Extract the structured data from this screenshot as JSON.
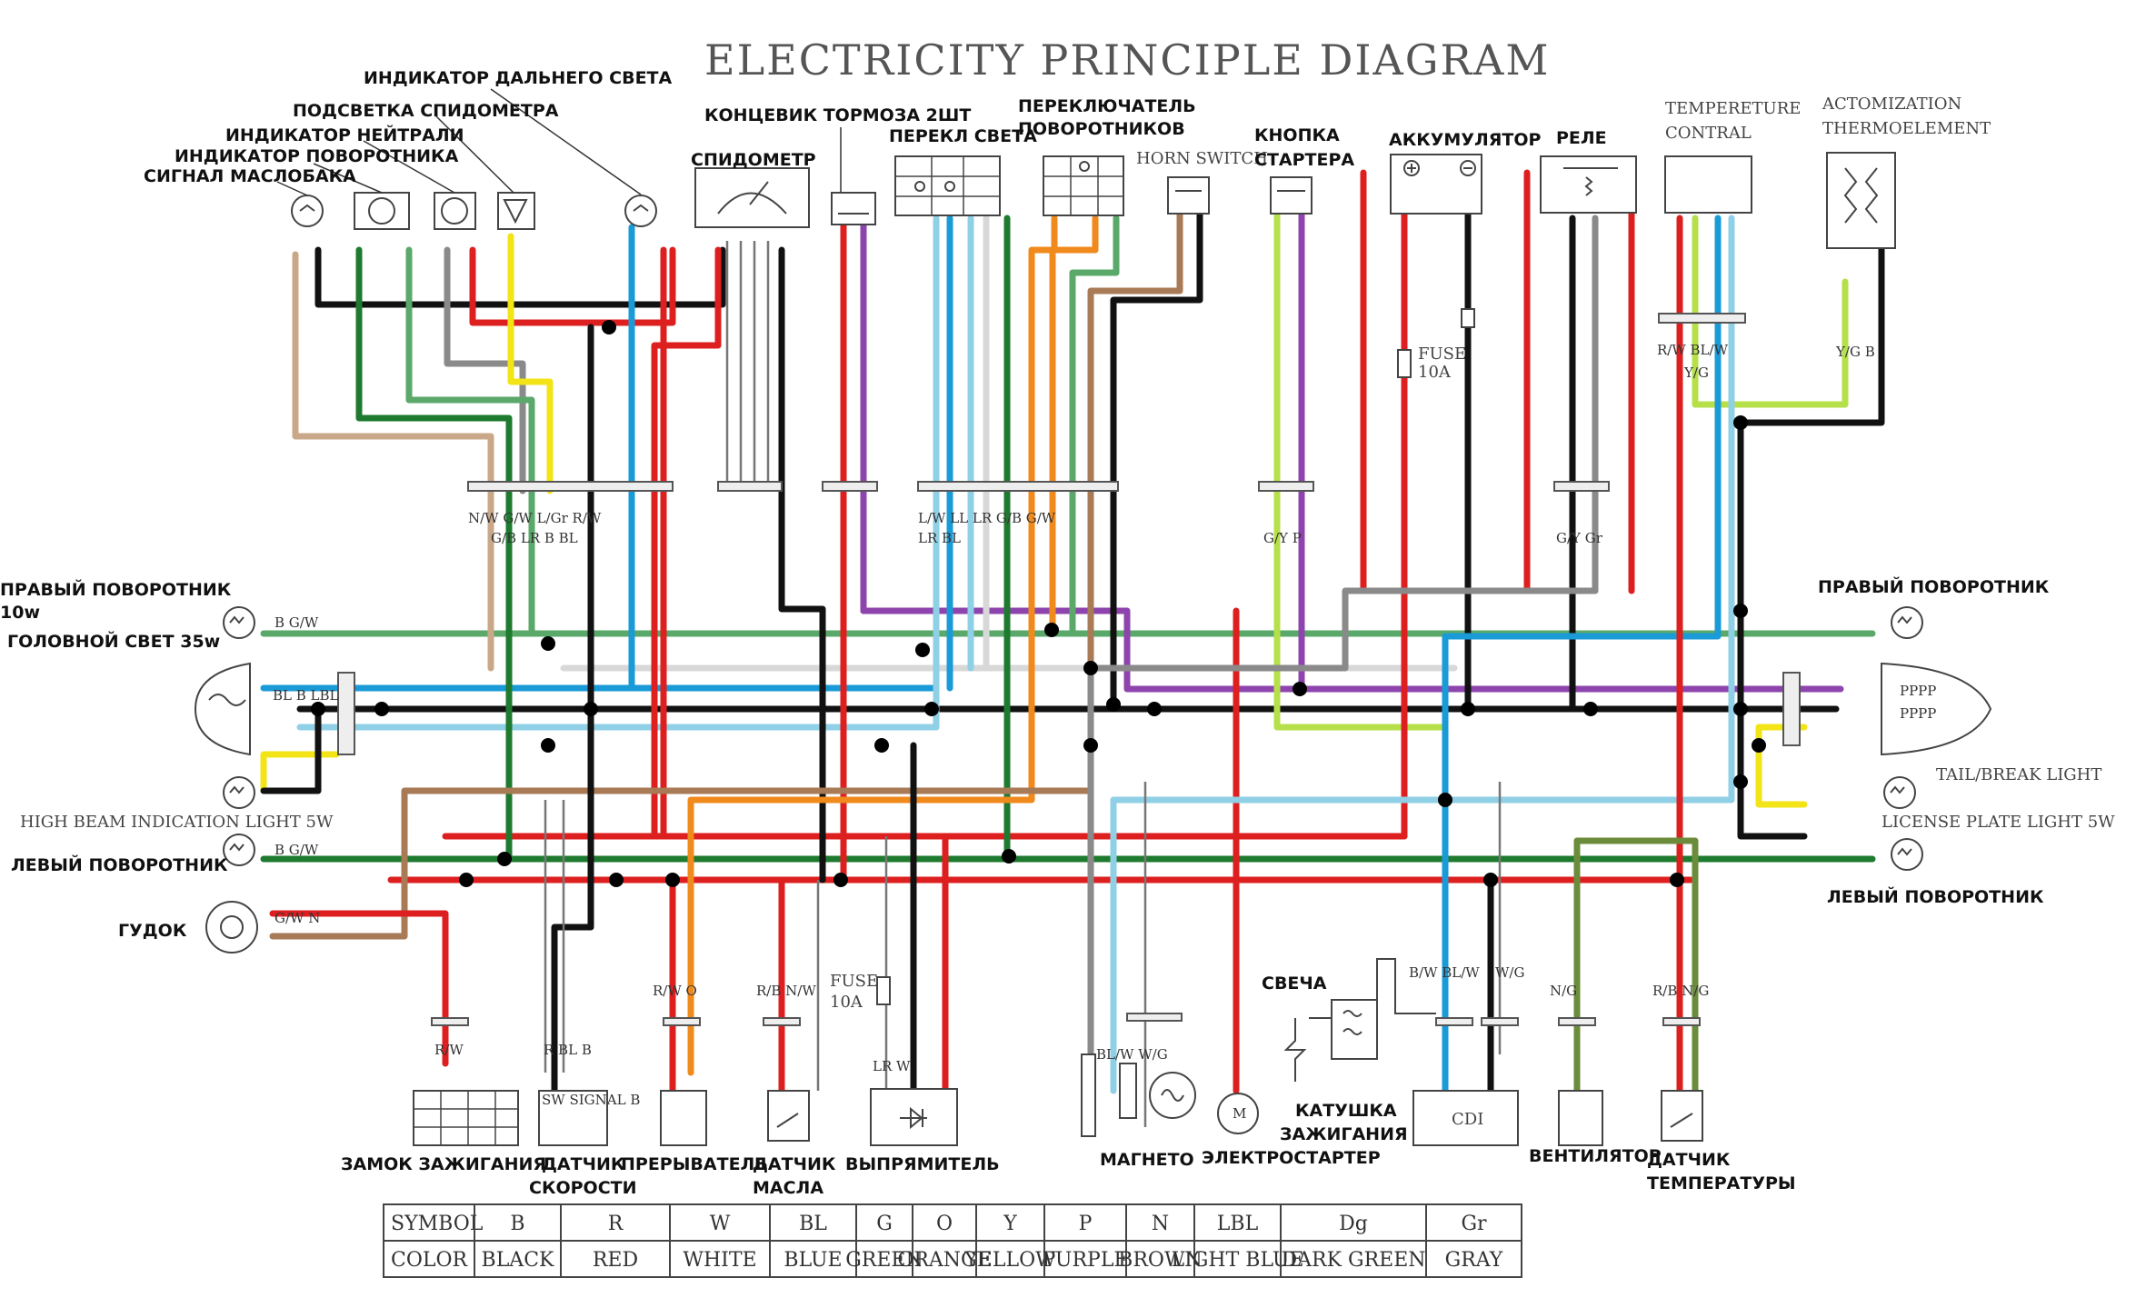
{
  "title": "ELECTRICITY PRINCIPLE DIAGRAM",
  "colors": {
    "black": "#111111",
    "red": "#dd1f1f",
    "white": "#d8d8d8",
    "blue": "#1a9bd7",
    "green": "#1e7a2e",
    "orange": "#f08a1c",
    "yellow": "#f2e417",
    "purple": "#8e44ad",
    "brown": "#a87a55",
    "lightblue": "#8fd0e6",
    "darkgreen": "#6b8c3a",
    "gray": "#8a8a8a",
    "lime": "#b5e04a"
  },
  "labels": {
    "high_beam_ind": "ИНДИКАТОР ДАЛЬНЕГО СВЕТА",
    "speedo_backlight": "ПОДСВЕТКА СПИДОМЕТРА",
    "neutral_ind": "ИНДИКАТОР НЕЙТРАЛИ",
    "turn_ind": "ИНДИКАТОР ПОВОРОТНИКА",
    "oil_signal": "СИГНАЛ МАСЛОБАКА",
    "brake_switch": "КОНЦЕВИК ТОРМОЗА 2ШТ",
    "speedometer": "СПИДОМЕТР",
    "light_switch": "ПЕРЕКЛ СВЕТА",
    "turn_switch_1": "ПЕРЕКЛЮЧАТЕЛЬ",
    "turn_switch_2": "ПОВОРОТНИКОВ",
    "horn_switch": "HORN SWITCH",
    "starter_button_1": "КНОПКА",
    "starter_button_2": "СТАРТЕРА",
    "battery": "АККУМУЛЯТОР",
    "relay": "РЕЛЕ",
    "temp_control_1": "TEMPERETURE",
    "temp_control_2": "CONTRAL",
    "atom_1": "ACTOMIZATION",
    "atom_2": "THERMOELEMENT",
    "fuse_1": "FUSE",
    "fuse_2": "10A",
    "right_turn_left": "ПРАВЫЙ ПОВОРОТНИК",
    "right_turn_left_w": "10w",
    "headlight": "ГОЛОВНОЙ СВЕТ 35w",
    "high_beam_light": "HIGH BEAM INDICATION LIGHT 5W",
    "left_turn_left": "ЛЕВЫЙ ПОВОРОТНИК",
    "horn": "ГУДОК",
    "right_turn_right": "ПРАВЫЙ ПОВОРОТНИК",
    "tail_light": "TAIL/BREAK LIGHT",
    "license_light": "LICENSE PLATE LIGHT 5W",
    "left_turn_right": "ЛЕВЫЙ ПОВОРОТНИК",
    "ignition_lock": "ЗАМОК ЗАЖИГАНИЯ",
    "speed_sensor_1": "ДАТЧИК",
    "speed_sensor_2": "СКОРОСТИ",
    "interrupter": "ПРЕРЫВАТЕЛЬ",
    "oil_sensor_1": "ДАТЧИК",
    "oil_sensor_2": "МАСЛА",
    "rectifier": "ВЫПРЯМИТЕЛЬ",
    "magneto": "МАГНЕТО",
    "starter_motor": "ЭЛЕКТРОСТАРТЕР",
    "spark_plug": "СВЕЧА",
    "ign_coil_1": "КАТУШКА",
    "ign_coil_2": "ЗАЖИГАНИЯ",
    "cdi": "CDI",
    "fan": "ВЕНТИЛЯТОР",
    "temp_sensor_1": "ДАТЧИК",
    "temp_sensor_2": "ТЕМПЕРАТУРЫ",
    "speed_signal": "SW SIGNAL B",
    "motor_m": "M"
  },
  "wire_codes": {
    "harness_left": "N/W G/W L/Gr R/W",
    "harness_left_2": "G/B LR B BL",
    "harness_mid": "L/W LL LR G/B G/W",
    "harness_mid_2": "LR BL",
    "harness_starter": "G/Y P",
    "harness_relay": "G/Y Gr",
    "temp_codes": "R/W BL/W",
    "temp_codes_2": "Y/G",
    "atom_codes": "Y/G B",
    "ign_codes": "R/W",
    "speed_codes": "R BL B",
    "interrupter_codes": "R/W O",
    "oil_codes": "R/B N/W",
    "rect_codes": "LR W",
    "magneto_codes": "BL/W W/G",
    "cdi_codes": "B/W BL/W",
    "cdi_codes_2": "W/G",
    "fan_codes": "N/G",
    "temp_sensor_codes": "R/B N/G",
    "r_turn_codes": "B G/W",
    "headlight_codes": "BL B LBL",
    "horn_codes": "G/W N",
    "l_turn_codes": "B G/W"
  },
  "legend": {
    "header_symbol": "SYMBOL",
    "header_color": "COLOR",
    "symbols": [
      "B",
      "R",
      "W",
      "BL",
      "G",
      "O",
      "Y",
      "P",
      "N",
      "LBL",
      "Dg",
      "Gr"
    ],
    "names": [
      "BLACK",
      "RED",
      "WHITE",
      "BLUE",
      "GREEN",
      "ORANGE",
      "YELLOW",
      "PURPLE",
      "BROWN",
      "LIGHT BLUE",
      "DARK GREEN",
      "GRAY"
    ]
  }
}
